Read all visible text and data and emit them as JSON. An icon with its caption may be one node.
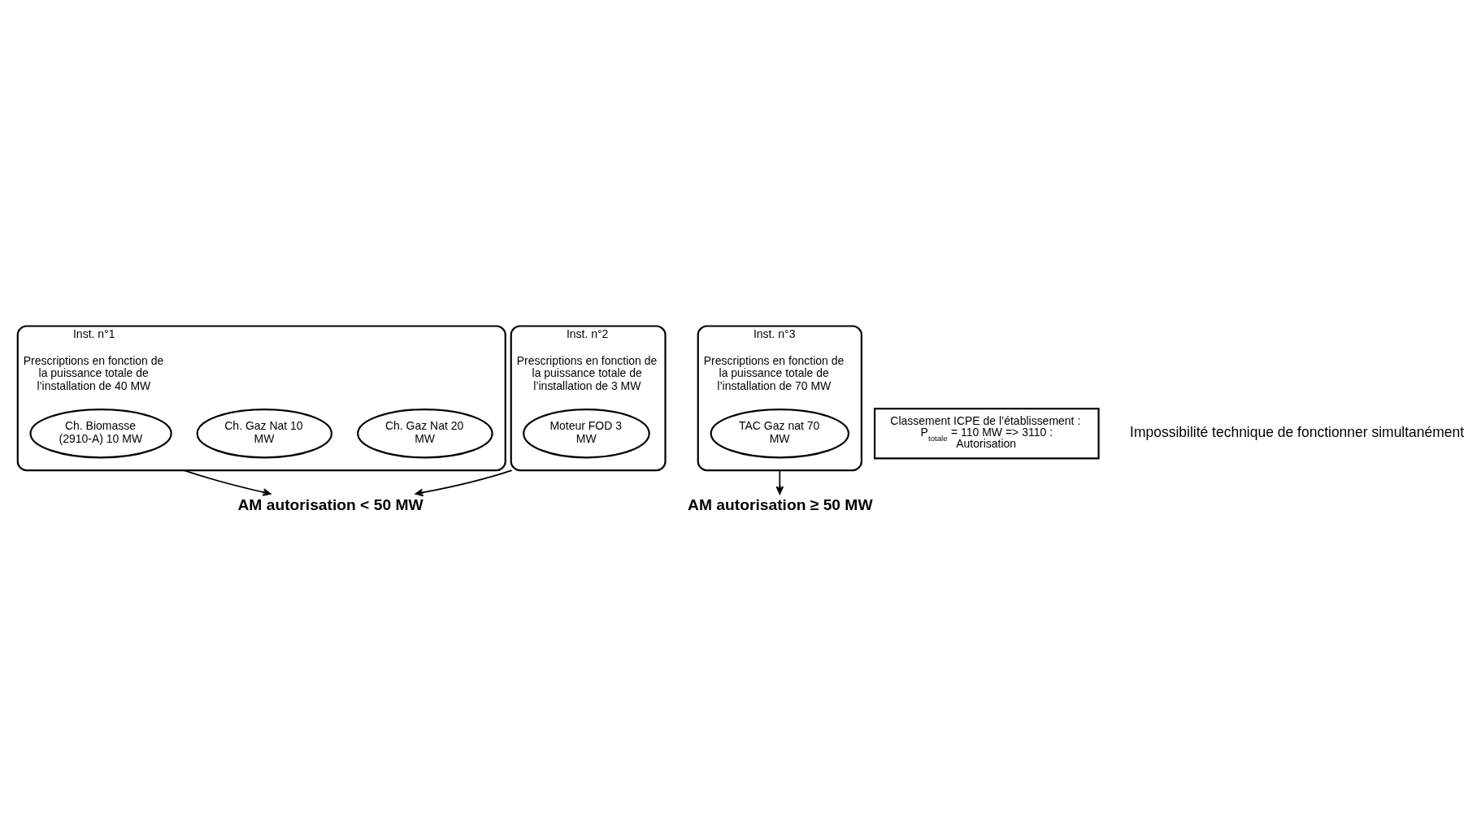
{
  "diagram": {
    "nodes": [
      {
        "text": [
          "Inst. n°1",
          "Prescriptions en fonction de la puissance totale de l’installation de 40 MW"
        ]
      },
      {
        "text": [
          "Ch. Gaz Nat 20 MW"
        ],
        "in": 0
      },
      {
        "text": [
          "Ch. Gaz Nat 10 MW"
        ],
        "in": 0
      },
      {
        "text": [
          "Ch. Biomasse (2910-A) 10 MW"
        ],
        "in": 0
      },
      {
        "text": [
          "Inst. n°2",
          "Prescriptions en fonction de la puissance totale de l’installation de 3 MW"
        ]
      },
      {
        "text": [
          "Moteur FOD 3 MW"
        ],
        "in": 4
      },
      {
        "text": [
          "Inst. n°3",
          "Prescriptions en fonction de la puissance totale de l’installation de 70 MW"
        ]
      },
      {
        "text": [
          "TAC Gaz nat 70 MW"
        ],
        "in": 6
      },
      {
        "text": [
          "AM autorisation < 50 MW"
        ]
      },
      {
        "text": [
          "AM autorisation ≥ 50 MW"
        ]
      },
      {
        "text": [
          "Classement ICPE de l’établissement : P$_{totale}$ = 110 MW => 3110 : Autorisation"
        ]
      }
    ],
    "edges": [
      {
        "from": 0,
        "to": 8,
        "arrow": "to"
      },
      {
        "from": 4,
        "to": 8,
        "arrow": "to"
      },
      {
        "from": 6,
        "to": 9,
        "arrow": "to"
      }
    ],
    "labels": [
      "Impossibilité technique de fonctionner simultanément"
    ]
  }
}
